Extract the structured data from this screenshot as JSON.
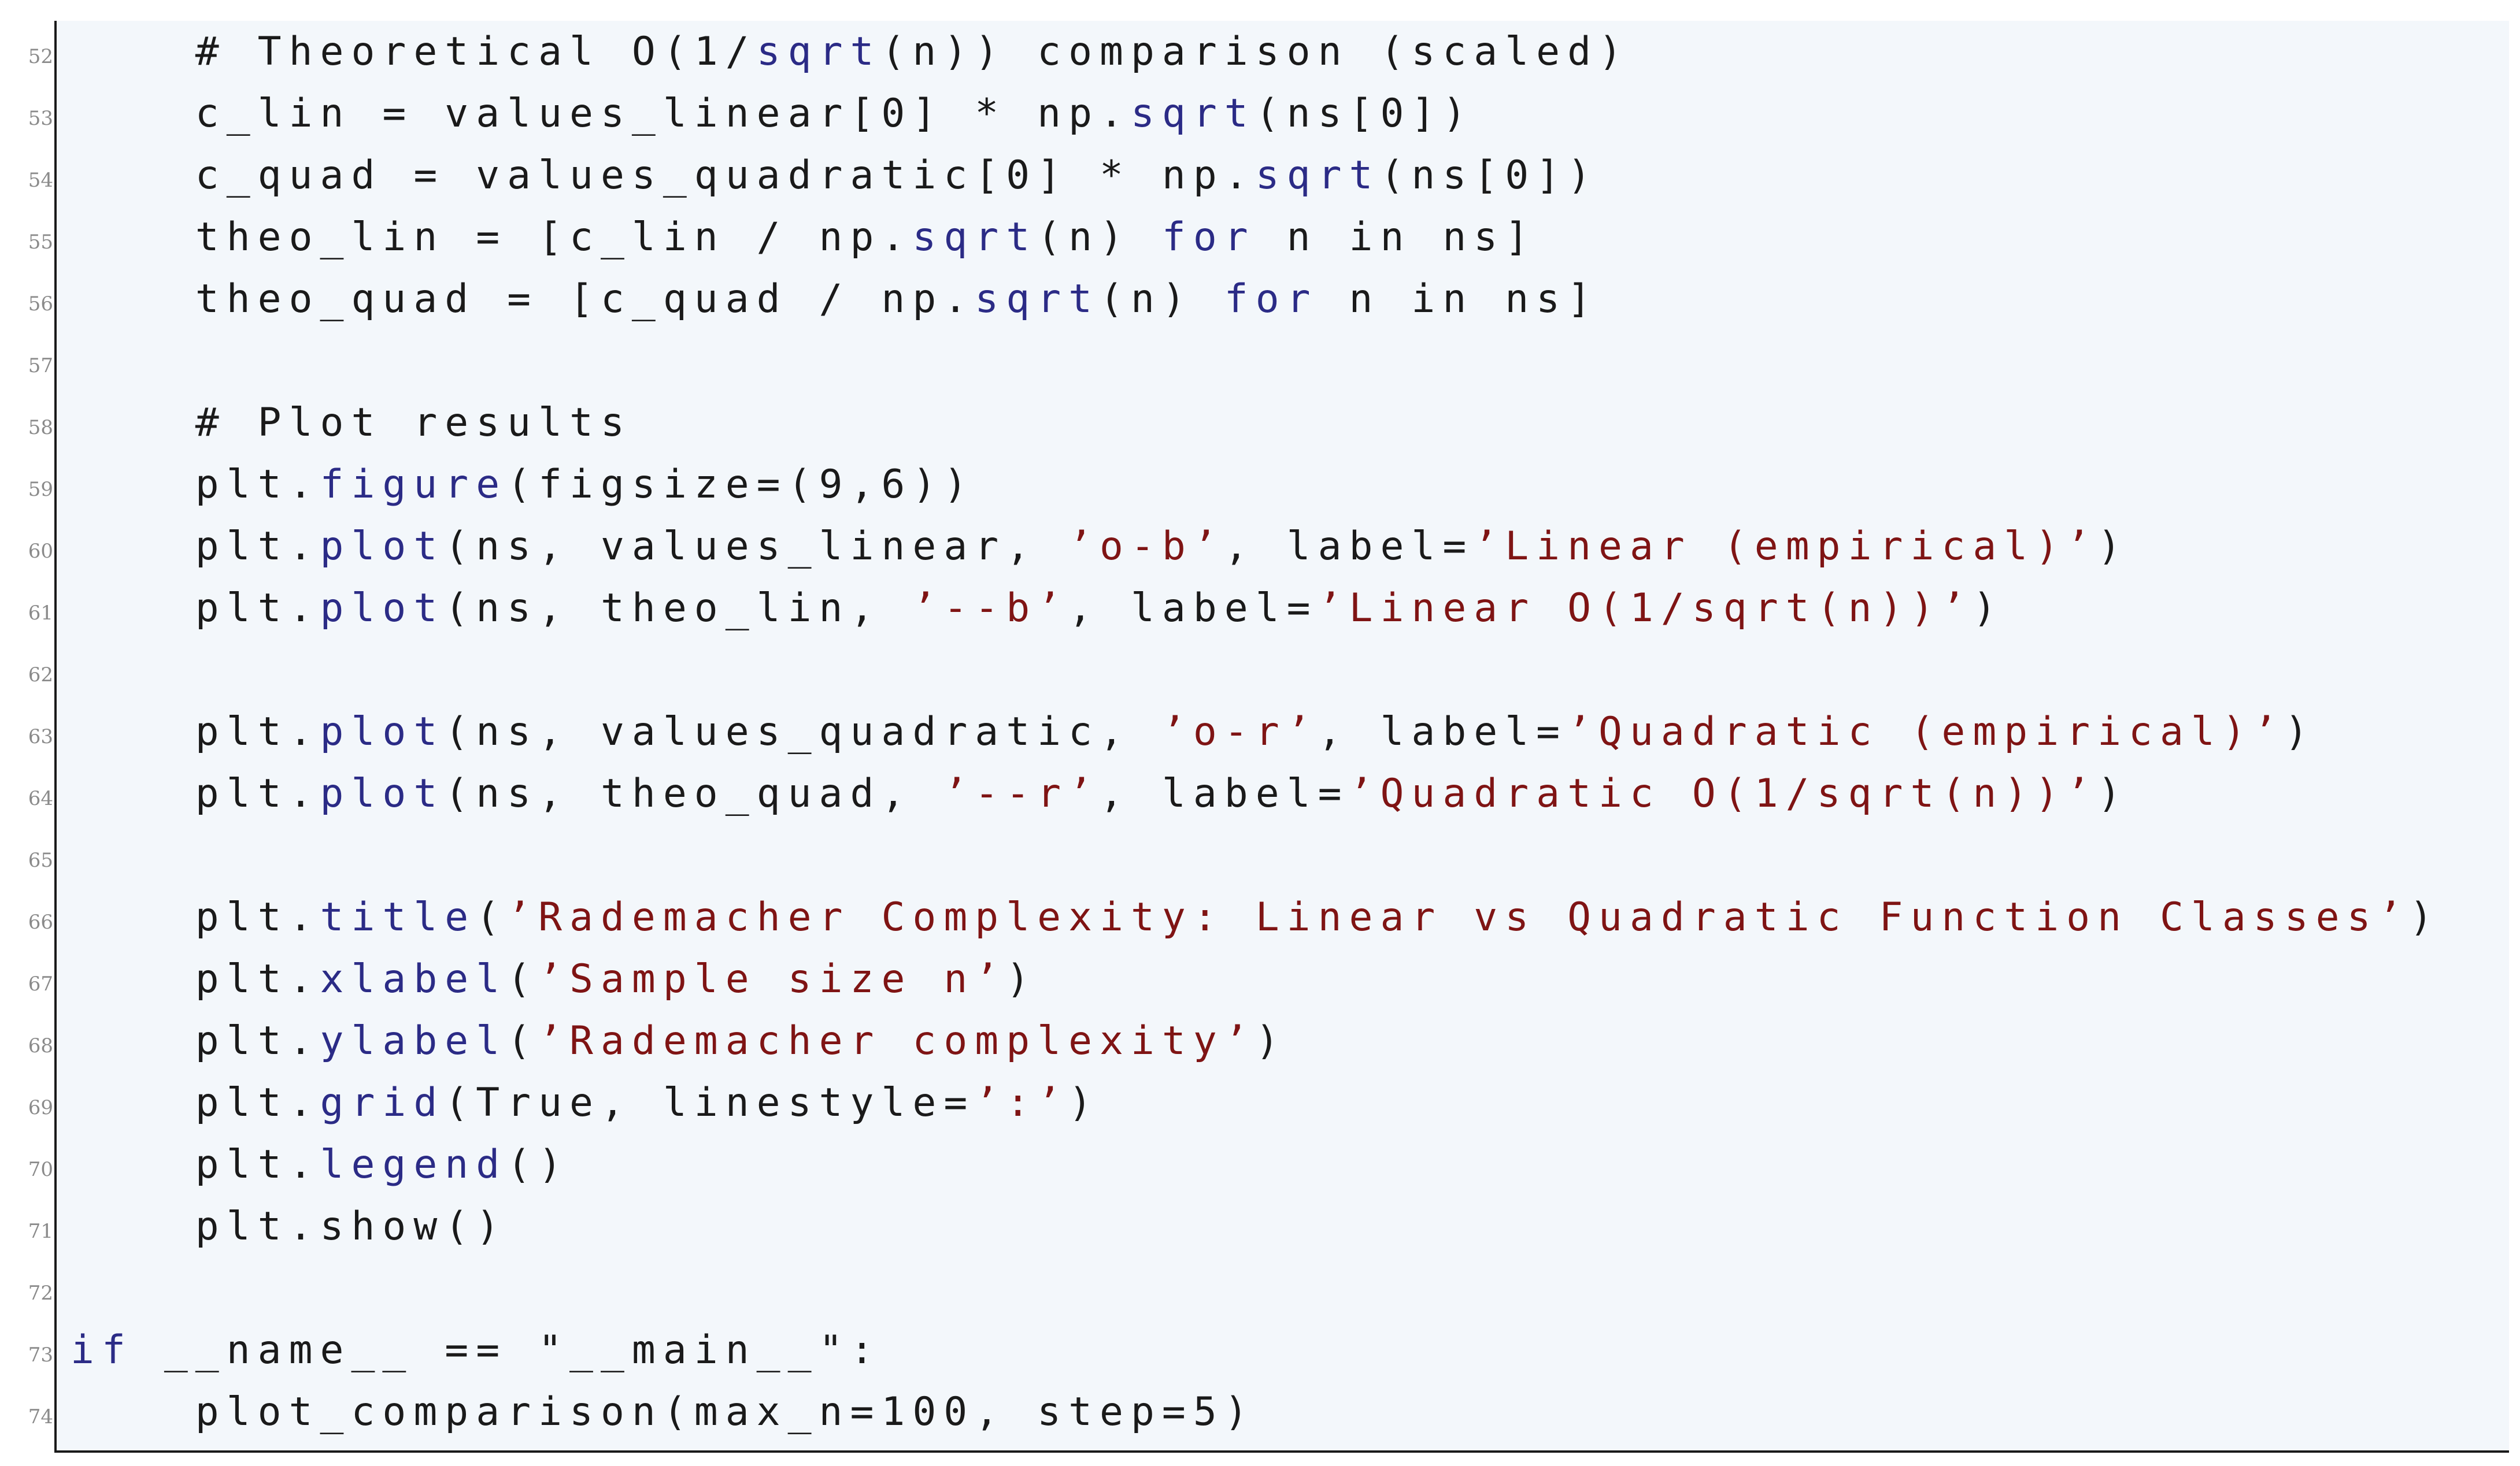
{
  "code_listing": {
    "lines": [
      {
        "number": "52",
        "segments": [
          {
            "t": "    ",
            "c": "plain"
          },
          {
            "t": "# Theoretical O(1/",
            "c": "cm"
          },
          {
            "t": "sqrt",
            "c": "fn"
          },
          {
            "t": "(n)) comparison (scaled)",
            "c": "cm"
          }
        ]
      },
      {
        "number": "53",
        "segments": [
          {
            "t": "    c_lin = values_linear[0] * np.",
            "c": "plain"
          },
          {
            "t": "sqrt",
            "c": "fn"
          },
          {
            "t": "(ns[0])",
            "c": "plain"
          }
        ]
      },
      {
        "number": "54",
        "segments": [
          {
            "t": "    c_quad = values_quadratic[0] * np.",
            "c": "plain"
          },
          {
            "t": "sqrt",
            "c": "fn"
          },
          {
            "t": "(ns[0])",
            "c": "plain"
          }
        ]
      },
      {
        "number": "55",
        "segments": [
          {
            "t": "    theo_lin = [c_lin / np.",
            "c": "plain"
          },
          {
            "t": "sqrt",
            "c": "fn"
          },
          {
            "t": "(n) ",
            "c": "plain"
          },
          {
            "t": "for",
            "c": "kw"
          },
          {
            "t": " n in ns]",
            "c": "plain"
          }
        ]
      },
      {
        "number": "56",
        "segments": [
          {
            "t": "    theo_quad = [c_quad / np.",
            "c": "plain"
          },
          {
            "t": "sqrt",
            "c": "fn"
          },
          {
            "t": "(n) ",
            "c": "plain"
          },
          {
            "t": "for",
            "c": "kw"
          },
          {
            "t": " n in ns]",
            "c": "plain"
          }
        ]
      },
      {
        "number": "57",
        "segments": []
      },
      {
        "number": "58",
        "segments": [
          {
            "t": "    # Plot results",
            "c": "cm"
          }
        ]
      },
      {
        "number": "59",
        "segments": [
          {
            "t": "    plt.",
            "c": "plain"
          },
          {
            "t": "figure",
            "c": "fn"
          },
          {
            "t": "(figsize=(9,6))",
            "c": "plain"
          }
        ]
      },
      {
        "number": "60",
        "segments": [
          {
            "t": "    plt.",
            "c": "plain"
          },
          {
            "t": "plot",
            "c": "fn"
          },
          {
            "t": "(ns, values_linear, ",
            "c": "plain"
          },
          {
            "t": "’o-b’",
            "c": "str"
          },
          {
            "t": ", label=",
            "c": "plain"
          },
          {
            "t": "’Linear (empirical)’",
            "c": "str"
          },
          {
            "t": ")",
            "c": "plain"
          }
        ]
      },
      {
        "number": "61",
        "segments": [
          {
            "t": "    plt.",
            "c": "plain"
          },
          {
            "t": "plot",
            "c": "fn"
          },
          {
            "t": "(ns, theo_lin, ",
            "c": "plain"
          },
          {
            "t": "’--b’",
            "c": "str"
          },
          {
            "t": ", label=",
            "c": "plain"
          },
          {
            "t": "’Linear O(1/sqrt(n))’",
            "c": "str"
          },
          {
            "t": ")",
            "c": "plain"
          }
        ]
      },
      {
        "number": "62",
        "segments": []
      },
      {
        "number": "63",
        "segments": [
          {
            "t": "    plt.",
            "c": "plain"
          },
          {
            "t": "plot",
            "c": "fn"
          },
          {
            "t": "(ns, values_quadratic, ",
            "c": "plain"
          },
          {
            "t": "’o-r’",
            "c": "str"
          },
          {
            "t": ", label=",
            "c": "plain"
          },
          {
            "t": "’Quadratic (empirical)’",
            "c": "str"
          },
          {
            "t": ")",
            "c": "plain"
          }
        ]
      },
      {
        "number": "64",
        "segments": [
          {
            "t": "    plt.",
            "c": "plain"
          },
          {
            "t": "plot",
            "c": "fn"
          },
          {
            "t": "(ns, theo_quad, ",
            "c": "plain"
          },
          {
            "t": "’--r’",
            "c": "str"
          },
          {
            "t": ", label=",
            "c": "plain"
          },
          {
            "t": "’Quadratic O(1/sqrt(n))’",
            "c": "str"
          },
          {
            "t": ")",
            "c": "plain"
          }
        ]
      },
      {
        "number": "65",
        "segments": []
      },
      {
        "number": "66",
        "segments": [
          {
            "t": "    plt.",
            "c": "plain"
          },
          {
            "t": "title",
            "c": "fn"
          },
          {
            "t": "(",
            "c": "plain"
          },
          {
            "t": "’Rademacher Complexity: Linear vs Quadratic Function Classes’",
            "c": "str"
          },
          {
            "t": ")",
            "c": "plain"
          }
        ]
      },
      {
        "number": "67",
        "segments": [
          {
            "t": "    plt.",
            "c": "plain"
          },
          {
            "t": "xlabel",
            "c": "fn"
          },
          {
            "t": "(",
            "c": "plain"
          },
          {
            "t": "’Sample size n’",
            "c": "str"
          },
          {
            "t": ")",
            "c": "plain"
          }
        ]
      },
      {
        "number": "68",
        "segments": [
          {
            "t": "    plt.",
            "c": "plain"
          },
          {
            "t": "ylabel",
            "c": "fn"
          },
          {
            "t": "(",
            "c": "plain"
          },
          {
            "t": "’Rademacher complexity’",
            "c": "str"
          },
          {
            "t": ")",
            "c": "plain"
          }
        ]
      },
      {
        "number": "69",
        "segments": [
          {
            "t": "    plt.",
            "c": "plain"
          },
          {
            "t": "grid",
            "c": "fn"
          },
          {
            "t": "(True, linestyle=",
            "c": "plain"
          },
          {
            "t": "’:’",
            "c": "str"
          },
          {
            "t": ")",
            "c": "plain"
          }
        ]
      },
      {
        "number": "70",
        "segments": [
          {
            "t": "    plt.",
            "c": "plain"
          },
          {
            "t": "legend",
            "c": "fn"
          },
          {
            "t": "()",
            "c": "plain"
          }
        ]
      },
      {
        "number": "71",
        "segments": [
          {
            "t": "    plt.show()",
            "c": "plain"
          }
        ]
      },
      {
        "number": "72",
        "segments": []
      },
      {
        "number": "73",
        "segments": [
          {
            "t": "if",
            "c": "kw"
          },
          {
            "t": " __name__ == \"__main__\":",
            "c": "plain"
          }
        ]
      },
      {
        "number": "74",
        "segments": [
          {
            "t": "    plot_comparison(max_n=100, step=5)",
            "c": "plain"
          }
        ]
      }
    ]
  },
  "colors": {
    "background": "#f3f7fb",
    "keyword": "#2b2b86",
    "string": "#7f1414",
    "text": "#1a1a1a",
    "line_number": "#8a8a8a"
  }
}
